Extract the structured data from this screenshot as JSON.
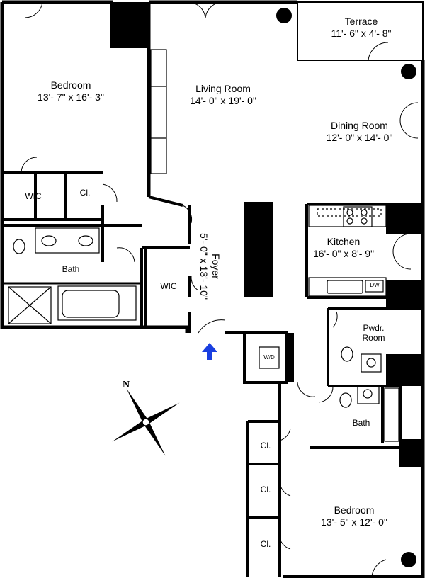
{
  "rooms": {
    "terrace": {
      "name": "Terrace",
      "dim": "11'- 6\" x 4'- 8\""
    },
    "bedroom1": {
      "name": "Bedroom",
      "dim": "13'- 7\" x 16'- 3\""
    },
    "living": {
      "name": "Living Room",
      "dim": "14'- 0\" x 19'- 0\""
    },
    "dining": {
      "name": "Dining Room",
      "dim": "12'- 0\" x 14'- 0\""
    },
    "wic1": {
      "name": "WIC"
    },
    "cl1": {
      "name": "Cl."
    },
    "bath1": {
      "name": "Bath"
    },
    "foyer": {
      "name": "Foyer",
      "dim": "5'- 0\" x 13'- 10\""
    },
    "wic2": {
      "name": "WIC"
    },
    "kitchen": {
      "name": "Kitchen",
      "dim": "16'- 0\" x 8'- 9\""
    },
    "powder": {
      "name": "Pwdr.",
      "name2": "Room"
    },
    "bath2": {
      "name": "Bath"
    },
    "cl2": {
      "name": "Cl."
    },
    "cl3": {
      "name": "Cl."
    },
    "cl4": {
      "name": "Cl."
    },
    "bedroom2": {
      "name": "Bedroom",
      "dim": "13'- 5\" x 12'- 0\""
    }
  },
  "appliances": {
    "dw": "DW",
    "wd": "W/D"
  },
  "compass": {
    "north": "N"
  },
  "entry_arrow_color": "#1a3fe0"
}
